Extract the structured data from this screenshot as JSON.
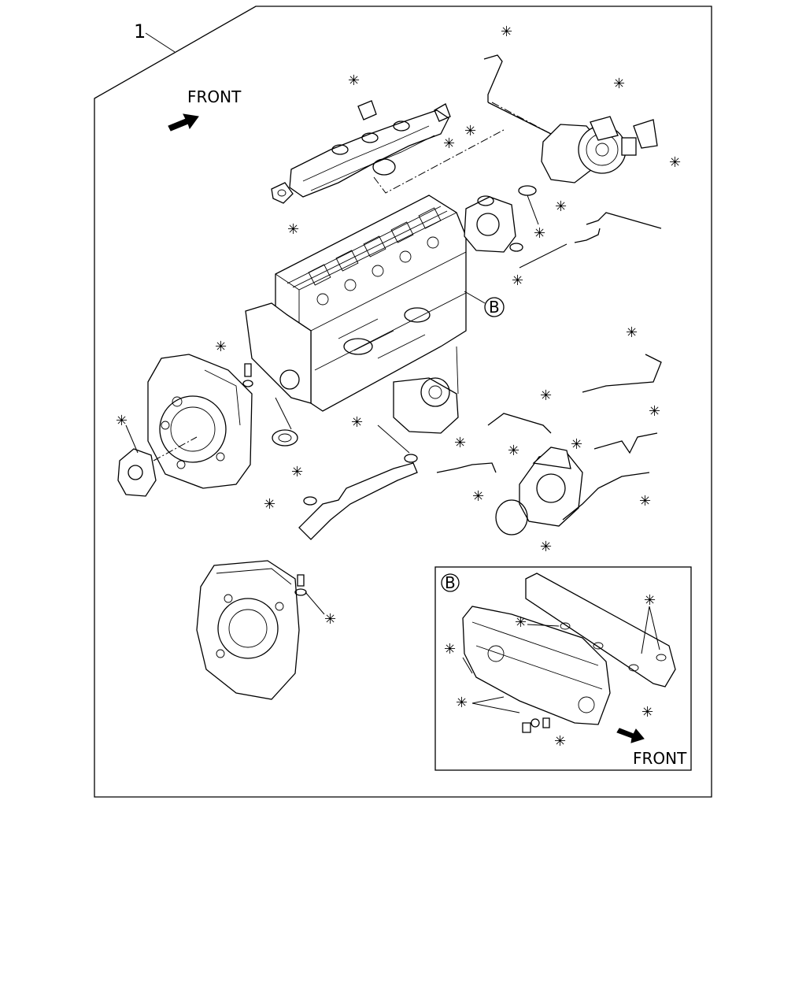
{
  "diagram": {
    "item_number": "1",
    "front_label_main": "FRONT",
    "front_label_inset": "FRONT",
    "detail_ref_callout": "B",
    "detail_inset_label": "B",
    "asterisk_glyph": "✳"
  }
}
